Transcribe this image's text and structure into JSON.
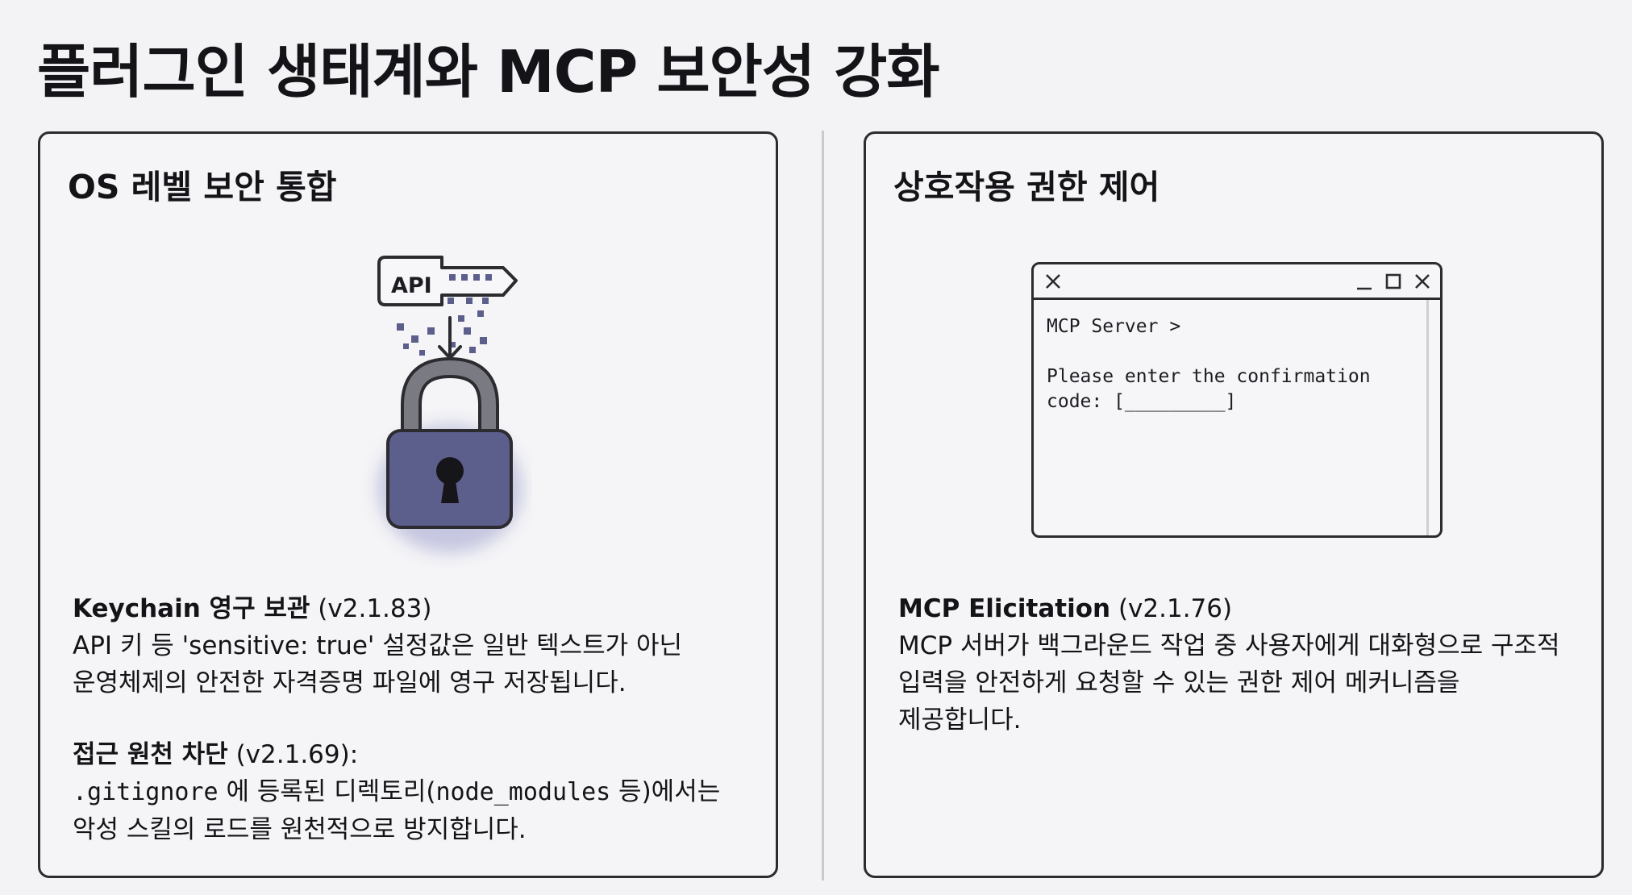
{
  "title": "플러그인 생태계와 MCP 보안성 강화",
  "left_card": {
    "title": "OS 레벨 보안 통합",
    "illustration": {
      "key_label": "API",
      "icon": "padlock-icon"
    },
    "keychain": {
      "heading": "Keychain 영구 보관",
      "version": "(v2.1.83)",
      "line1": "API 키 등 'sensitive: true' 설정값은 일반 텍스트가 아닌",
      "line2": "운영체제의 안전한 자격증명 파일에 영구 저장됩니다."
    },
    "block": {
      "heading": "접근 원천 차단",
      "version": "(v2.1.69):",
      "code1": ".gitignore",
      "text1": " 에 등록된 디렉토리(",
      "code2": "node_modules",
      "text2": " 등)에서는",
      "line2": "악성 스킬의 로드를 원천적으로 방지합니다."
    }
  },
  "right_card": {
    "title": "상호작용 권한 제어",
    "terminal": {
      "prompt": "MCP Server >",
      "message_line1": "Please enter the confirmation",
      "message_line2": "code: [_________]"
    },
    "elicitation": {
      "heading": "MCP Elicitation",
      "version": "(v2.1.76)",
      "line1": "MCP 서버가 백그라운드 작업 중 사용자에게 대화형으로 구조적",
      "line2": "입력을 안전하게 요청할 수 있는 권한 제어 메커니즘을",
      "line3": "제공합니다."
    }
  },
  "colors": {
    "lock_body": "#5c5f8c",
    "lock_shackle": "#6f7077",
    "outline": "#2b2b30"
  }
}
